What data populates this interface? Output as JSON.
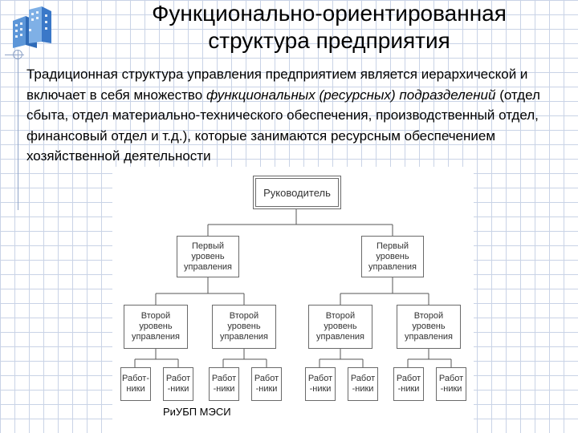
{
  "header": {
    "title": "Функционально-ориентированная структура предприятия"
  },
  "body": {
    "p1": "Традиционная структура управления предприятием является иерархической и включает в себя множество ",
    "p_italic": "функциональных (ресурсных) подразделений",
    "p2": " (отдел сбыта, отдел материально-технического обеспечения, производственный отдел, финансовый отдел и т.д.), которые занимаются ресурсным обеспечением хозяйственной деятельности"
  },
  "diagram": {
    "head": "Руководитель",
    "level1": [
      "Первый\nуровень\nуправления",
      "Первый\nуровень\nуправления"
    ],
    "level2": [
      "Второй\nуровень\nуправления",
      "Второй\nуровень\nуправления",
      "Второй\nуровень\nуправления",
      "Второй\nуровень\nуправления"
    ],
    "workers": [
      "Работ-\nники",
      "Работ\n-ники",
      "Работ\n-ники",
      "Работ\n-ники",
      "Работ\n-ники",
      "Работ\n-ники",
      "Работ\n-ники",
      "Работ\n-ники"
    ]
  },
  "footer": {
    "text": "РиУБП МЭСИ"
  },
  "colors": {
    "grid": "#c9d3e6",
    "logo": "#3a78c8"
  },
  "icons": {
    "logo": "buildings-logo-icon"
  }
}
